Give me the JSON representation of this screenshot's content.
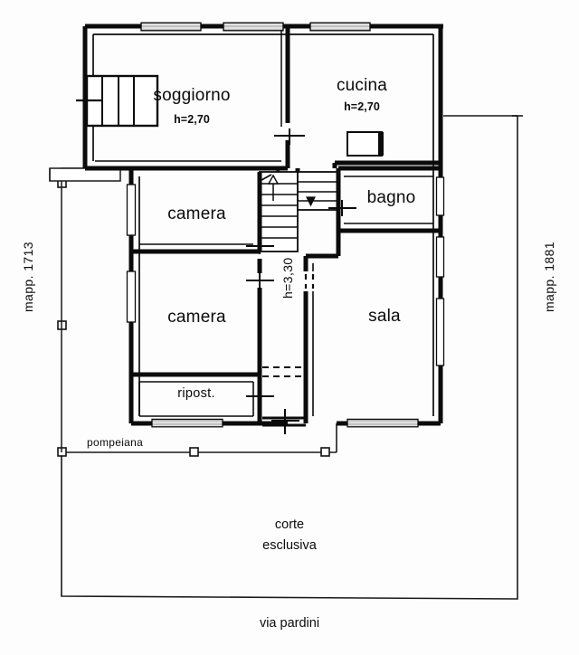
{
  "document": {
    "type": "floor-plan",
    "language": "it",
    "background_color": "#fdfdfd",
    "line_color": "#0b0b0b"
  },
  "rooms": [
    {
      "id": "soggiorno",
      "label": "soggiorno",
      "height_label": "h=2,70"
    },
    {
      "id": "cucina",
      "label": "cucina",
      "height_label": "h=2,70"
    },
    {
      "id": "camera-1",
      "label": "camera",
      "height_label": ""
    },
    {
      "id": "camera-2",
      "label": "camera",
      "height_label": ""
    },
    {
      "id": "bagno",
      "label": "bagno",
      "height_label": ""
    },
    {
      "id": "sala",
      "label": "sala",
      "height_label": ""
    },
    {
      "id": "ripost",
      "label": "ripost.",
      "height_label": ""
    }
  ],
  "corridor": {
    "height_label": "h=3,30"
  },
  "outdoor": {
    "pergola_label": "pompeiana",
    "courtyard_line1": "corte",
    "courtyard_line2": "esclusiva",
    "street_label": "via pardini"
  },
  "parcels": {
    "left_label": "mapp. 1713",
    "right_label": "mapp. 1881"
  }
}
